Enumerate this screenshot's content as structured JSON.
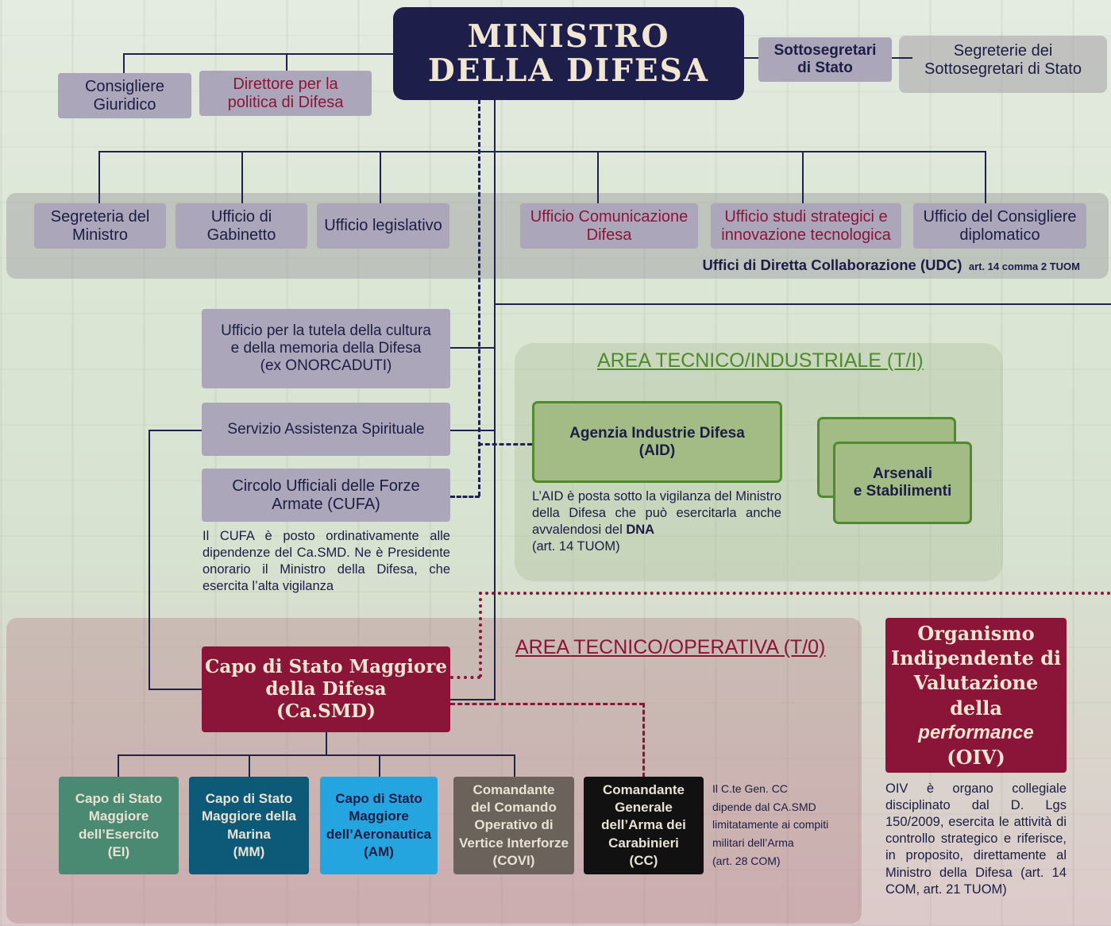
{
  "minister": {
    "line1": "MINISTRO",
    "line2": "DELLA DIFESA"
  },
  "top_left": {
    "consigliere": {
      "line1": "Consigliere",
      "line2": "Giuridico"
    },
    "direttore": {
      "line1": "Direttore per la",
      "line2": "politica di Difesa"
    }
  },
  "top_right": {
    "sottosegretari": {
      "line1": "Sottosegretari",
      "line2": "di Stato"
    },
    "segreterie": {
      "line1": "Segreterie dei",
      "line2": "Sottosegretari di Stato"
    }
  },
  "udc": {
    "segreteria": {
      "line1": "Segreteria del",
      "line2": "Ministro"
    },
    "gabinetto": {
      "line1": "Ufficio di",
      "line2": "Gabinetto"
    },
    "legislativo": "Ufficio legislativo",
    "comunicazione": {
      "line1": "Ufficio Comunicazione",
      "line2": "Difesa"
    },
    "studi": {
      "line1": "Ufficio studi strategici e",
      "line2": "innovazione tecnologica"
    },
    "diplomatico": {
      "line1": "Ufficio del Consigliere",
      "line2": "diplomatico"
    },
    "caption_main": "Uffici di Diretta Collaborazione (UDC)",
    "caption_ref": "art. 14 comma 2 TUOM"
  },
  "middle": {
    "tutela": {
      "line1": "Ufficio per la tutela della cultura",
      "line2": "e della memoria della Difesa",
      "line3": "(ex ONORCADUTI)"
    },
    "spirituale": "Servizio Assistenza Spirituale",
    "cufa": {
      "line1": "Circolo Ufficiali delle Forze",
      "line2": "Armate (CUFA)"
    },
    "cufa_note": "Il CUFA è posto ordinativamente alle dipendenze del Ca.SMD. Ne è Presidente onorario il Ministro della Difesa, che esercita l’alta vigilanza"
  },
  "area_ti": {
    "title": "AREA TECNICO/INDUSTRIALE (T/I)",
    "aid": {
      "line1": "Agenzia Industrie Difesa",
      "line2": "(AID)"
    },
    "aid_note_pre": "L’AID è posta sotto la vigilanza del Ministro della Difesa che può esercitarla anche avvalendosi del ",
    "aid_note_bold": "DNA",
    "aid_note_post": "(art. 14 TUOM)",
    "arsenali": {
      "line1": "Arsenali",
      "line2": "e Stabilimenti"
    }
  },
  "area_to": {
    "title": "AREA TECNICO/OPERATIVA (T/0)",
    "casmd": {
      "line1": "Capo di Stato Maggiore",
      "line2": "della Difesa",
      "line3": "(Ca.SMD)"
    },
    "ei": {
      "line1": "Capo di Stato",
      "line2": "Maggiore",
      "line3": "dell’Esercito",
      "line4": "(EI)"
    },
    "mm": {
      "line1": "Capo di Stato",
      "line2": "Maggiore della",
      "line3": "Marina",
      "line4": "(MM)"
    },
    "am": {
      "line1": "Capo di Stato",
      "line2": "Maggiore",
      "line3": "dell’Aeronautica",
      "line4": "(AM)"
    },
    "covi": {
      "line1": "Comandante",
      "line2": "del Comando",
      "line3": "Operativo di",
      "line4": "Vertice Interforze",
      "line5": "(COVI)"
    },
    "cc": {
      "line1": "Comandante",
      "line2": "Generale",
      "line3": "dell’Arma dei",
      "line4": "Carabinieri",
      "line5": "(CC)"
    },
    "cc_note": {
      "line1": "Il C.te Gen. CC",
      "line2": "dipende dal CA.SMD",
      "line3": "limitatamente ai compiti",
      "line4": "militari dell’Arma",
      "line5": "(art. 28 COM)"
    }
  },
  "oiv": {
    "line1": "Organismo",
    "line2": "Indipendente di",
    "line3": "Valutazione della",
    "line4": "performance",
    "line5": "(OIV)",
    "note": "OIV è organo collegiale disciplinato dal D. Lgs 150/2009, esercita le attività di controllo strategico e riferisce, in proposito, direttamente al Ministro della Difesa (art. 14 COM, art. 21 TUOM)"
  },
  "colors": {
    "navy": "#1f2150",
    "grey_box": "#aba6b9",
    "crimson": "#8b1538",
    "green_box": "#a3bb85",
    "green_border": "#4f8a2c",
    "ei": "#4a8a72",
    "mm": "#0d5a78",
    "am": "#25a5df",
    "covi": "#6b625b",
    "cc": "#111111"
  }
}
